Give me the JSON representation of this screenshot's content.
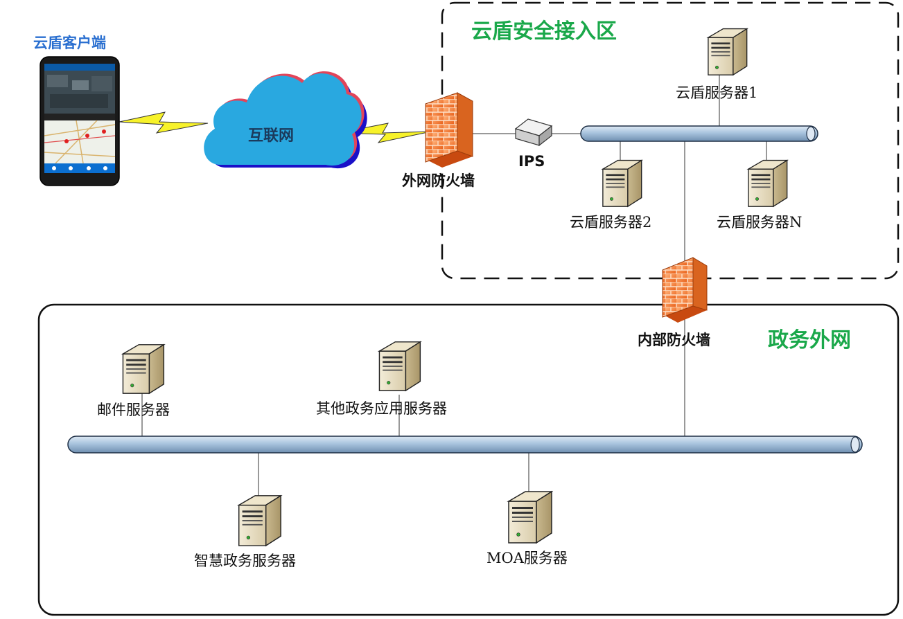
{
  "zones": {
    "access_zone": "云盾安全接入区",
    "gov_network": "政务外网"
  },
  "client": {
    "title": "云盾客户端"
  },
  "cloud": {
    "label": "互联网"
  },
  "devices": {
    "outer_firewall": "外网防火墙",
    "ips": "IPS",
    "inner_firewall": "内部防火墙"
  },
  "servers": {
    "yundun1": "云盾服务器1",
    "yundun2": "云盾服务器2",
    "yundunN": "云盾服务器N",
    "mail": "邮件服务器",
    "other_gov": "其他政务应用服务器",
    "smart_gov": "智慧政务服务器",
    "moa": "MOA服务器"
  },
  "colors": {
    "zone_title": "#1aa84a",
    "client_title": "#2a6fd0",
    "cloud": "#29a8e0",
    "firewall": "#f07a2a",
    "bus": "#a9c4de"
  }
}
